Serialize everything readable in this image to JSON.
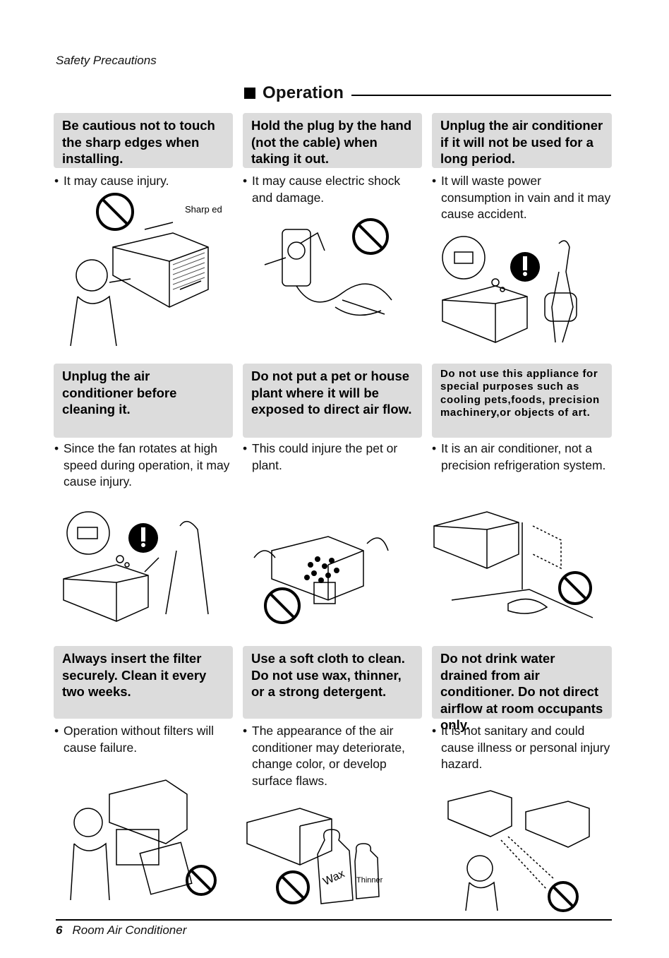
{
  "header": {
    "section": "Safety Precautions"
  },
  "operation": {
    "title": "Operation"
  },
  "items": [
    {
      "title": "Be cautious not to touch the sharp edges when installing.",
      "text": "It may cause injury.",
      "label": "Sharp edges"
    },
    {
      "title": "Hold the plug by the hand (not the cable) when taking it out.",
      "text": "It may cause electric shock and damage."
    },
    {
      "title": "Unplug the air conditioner if it will not be used for a long period.",
      "text": "It will waste power consumption in vain and it may cause accident."
    },
    {
      "title": "Unplug the air conditioner before cleaning it.",
      "text": "Since the fan rotates at high speed during operation, it may cause injury."
    },
    {
      "title": "Do not put a pet or house plant where it will be exposed to direct air flow.",
      "text": "This could injure the pet or plant."
    },
    {
      "title": "Do not use this appliance for special purposes such as cooling pets,foods, precision machinery,or objects of art.",
      "text": "It is an air conditioner, not a precision refrigeration system."
    },
    {
      "title": "Always insert the filter securely. Clean it every two weeks.",
      "text": "Operation without filters will cause failure."
    },
    {
      "title": "Use a soft cloth to clean. Do not use wax, thinner, or a strong detergent.",
      "text": "The appearance of the air conditioner may deteriorate, change color, or develop surface flaws.",
      "labels": [
        "Wax",
        "Thinner"
      ]
    },
    {
      "title": "Do not drink water drained from air conditioner. Do not direct airflow at room occupants only.",
      "text": "It is not sanitary and could cause illness or personal injury hazard."
    }
  ],
  "footer": {
    "page": "6",
    "title": "Room Air Conditioner"
  }
}
